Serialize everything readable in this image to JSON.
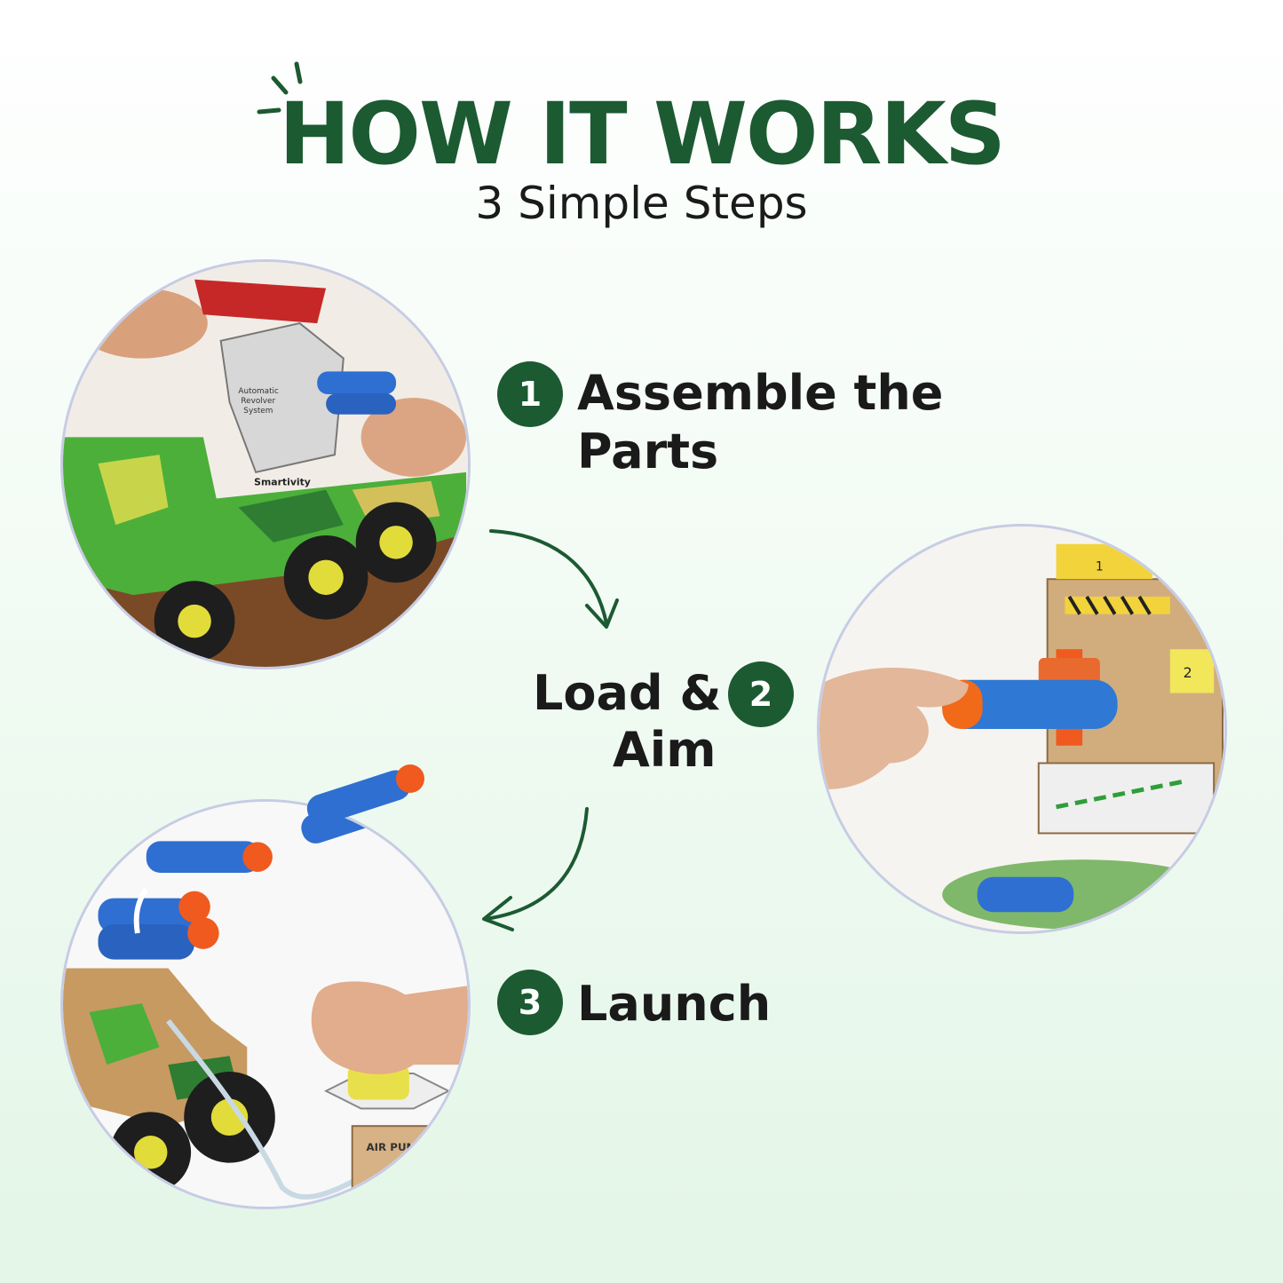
{
  "header": {
    "title": "HOW IT WORKS",
    "subtitle": "3 Simple Steps"
  },
  "steps": [
    {
      "number": "1",
      "label_line1": "Assemble the",
      "label_line2": "Parts"
    },
    {
      "number": "2",
      "label_line1": "Load &",
      "label_line2": "Aim"
    },
    {
      "number": "3",
      "label_line1": "Launch"
    }
  ],
  "photos": {
    "step1_print_1": "Automatic",
    "step1_print_2": "Revolver",
    "step1_print_3": "System",
    "step1_brand": "Smartivity",
    "step2_marker_1": "1",
    "step2_marker_2": "2",
    "step3_pump": "AIR PUMP"
  },
  "colors": {
    "brand_green": "#1c5a32",
    "text_dark": "#1a1a1a",
    "circle_border": "#c7cce4"
  }
}
